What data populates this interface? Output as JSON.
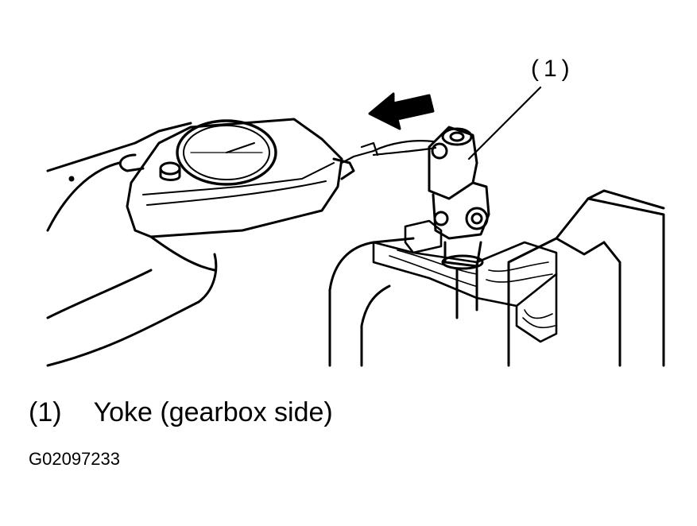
{
  "callout": {
    "marker": "(1)"
  },
  "legend": [
    {
      "number": "(1)",
      "label": "Yoke (gearbox side)"
    }
  ],
  "figure_id": "G02097233"
}
